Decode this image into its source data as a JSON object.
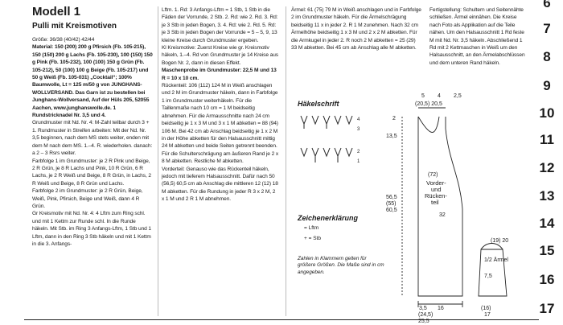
{
  "header": {
    "title": "Modell 1",
    "subtitle": "Pulli mit Kreismotiven"
  },
  "column1": [
    {
      "t": "Größe: 36/38 (40/42) 42/44",
      "b": false
    },
    {
      "t": "Material: 150 (200) 200 g Pfirsich (Fb. 105-215), 150 (150) 200 g Lachs (Fb. 105-230), 100 (150) 150 g Pink (Fb. 105-232), 100 (100) 150 g Grün (Fb. 105-212), 50 (100) 100 g Beige (Fb. 105-217) und 50 g Weiß (Fb. 105-031) „Cocktail“; 100% Baumwolle, Lt = 125 m/50 g von JUNGHANS-WOLLVERSAND. Das Garn ist zu bestellen bei Junghans-Wollversand, Auf der Hüls 205, 52055 Aachen, www.junghanswolle.de. 1 Rundstricknadel Nr. 3,5 und 4.",
      "b": true
    },
    {
      "t": "Grundmuster mit Nd. Nr. 4: M-Zahl teilbar durch 3 + 1. Rundmuster in Streifen arbeiten: Mit der Nd. Nr. 3,5 beginnen, nach dem MS stets weiter, enden mit dem M nach dem MS. 1.–4. R. wiederholen. danach: a 2 – 3 Rsrs weiter.",
      "b": false
    },
    {
      "t": "Farbfolge 1 im Grundmuster: je 2 R Pink und Beige, 2 R Grün, je 8 R Lachs und Pink, 10 R Grün, 6 R Lachs, je 2 R Weiß und Beige, 8 R Grün, in Lachs, 2 R Weiß und Beige, 8 R Grün und Lachs.",
      "b": false
    },
    {
      "t": "Farbfolge 2 im Grundmuster: je 2 R Grün, Beige, Weiß, Pink, Pfirsich, Beige und Weiß, dann 4 R Grün.",
      "b": false
    },
    {
      "t": "Gr Kreismotiv mit Nd. Nr. 4: 4 Lftm zum Ring schl. und mit 1 Kettm zur Runde schl. In die Runde häkeln. Mit Stb. im Ring 3 Anfangs-Lftm, 1 Stb und 1 Lftm, dann in den Ring 3 Stb häkeln und mit 1 Kettm in die 3. Anfangs-",
      "b": false
    }
  ],
  "column2": [
    {
      "t": "Lftm. 1. Rd: 3 Anfangs-Lftm = 1 Stb, 1 Stb in die Fäden der Vorrunde, 2 Stb. 2. Rd: wie 2. Rd. 3. Rd: je 3 Stb in jeden Bogen, 3. 4. Rd: wie 2. Rd. 5. Rd: je 3 Stb in jeden Bogen der Vorrunde = 5 – 5, 9, 13 kleine Kreise durch Grundmuster ergeben.",
      "b": false
    },
    {
      "t": "Kl Kreismotive: Zuerst Kreise wie gr. Kreismotiv häkeln, 1.–4. Rd von Grundmuster je 14 Kreise aus Bogen Nr. 2, dann in diesen Effekt.",
      "b": false
    },
    {
      "t": "Maschenprobe im Grundmuster: 22,5 M und 13 R = 10 x 10 cm.",
      "b": true
    },
    {
      "t": "Rückenteil: 106 (112) 124 M in Weiß anschlagen und 2 M im Grundmuster häkeln, dann in Farbfolge 1 im Grundmuster weiterhäkeln. Für die Taillenmaße nach 10 cm = 1 M beidseitig abnehmen. Für die Armausschnitte nach 24 cm beidseitig je 1 x 3 M und 3 x 1 M abketten = 88 (94) 106 M. Bei 42 cm ab Anschlag beidseitig je 1 x 2 M in der Höhe abketten für den Halsausschnitt mittig 24 M abketten und beide Seiten getrennt beenden. Für die Schulterschrägung am äußeren Rand je 2 x 8 M abketten. Restliche M abketten.",
      "b": false
    },
    {
      "t": "Vorderteil: Genauso wie das Rückenteil häkeln, jedoch mit tieferem Halsausschnitt. Dafür nach 50 (56,5) 60,5 cm ab Anschlag die mittleren 12 (12) 18 M abketten. Für die Rundung in jeder R 3 x 2 M, 2 x 1 M und 2 R 1 M abnehmen.",
      "b": false
    }
  ],
  "column3": [
    {
      "t": "Ärmel: 61 (75) 79 M in Weiß anschlagen und in Farbfolge 2 im Grundmuster häkeln. Für die Ärmelschrägung beidseitig 11 x in jeder 2. R 1 M zunehmen. Nach 32 cm Ärmelhöhe beidseitig 1 x 3 M und 2 x 2 M abketten. Für die Armkugel in jeder 2. R noch 2 M abketten = 25 (29) 33 M abketten. Bei 45 cm ab Anschlag alle M abketten.",
      "b": false
    }
  ],
  "column4": [
    {
      "t": "Fertigstellung: Schultern und Seitennähte schließen. Ärmel einnähen. Die Kreise nach Foto als Applikation auf die Teile nähen. Um den Halsausschnitt 1 Rd feste M mit Nd. Nr. 3,5 häkeln. Abschließend 1 Rd mit 2 Kettmaschen in Weiß um den Halsausschnitt, an den Ärmelabschlüssen und dem unteren Rand häkeln.",
      "b": false
    }
  ],
  "side": {
    "chart_heading": "Häkelschrift",
    "symbols_heading": "Zeichenerklärung",
    "legend": [
      "= Lftm",
      "+ = Stb"
    ],
    "footnote": "Zahlen in Klammern gelten für größere Größen. Die Maße sind in cm angegeben."
  },
  "diagram": {
    "labels": {
      "top_a": "5",
      "top_b": "4",
      "top_c": "2,5",
      "top_row": "(20,5) 20,5",
      "neck_l": "2",
      "side_a": "13,5",
      "side_b": "(72)",
      "piece1": "Vorder-",
      "piece2": "und",
      "piece3": "Rücken-",
      "piece4": "teil",
      "h1": "56,5",
      "h2": "(55)",
      "h3": "60,5",
      "side_32": "32",
      "bot1": "3,5",
      "bot2": "16",
      "bot3": "(24,5)",
      "bot4": "25,5",
      "sleeve_top": "(19) 20",
      "sleeve_lbl": "1/2 Ärmel",
      "sleeve_bot": "17",
      "sleeve_bot2": "(16)",
      "sleeve_w": "7,5"
    }
  },
  "tabs": [
    "6",
    "7",
    "8",
    "9",
    "10",
    "11",
    "12",
    "13",
    "14",
    "15",
    "16",
    "17"
  ]
}
